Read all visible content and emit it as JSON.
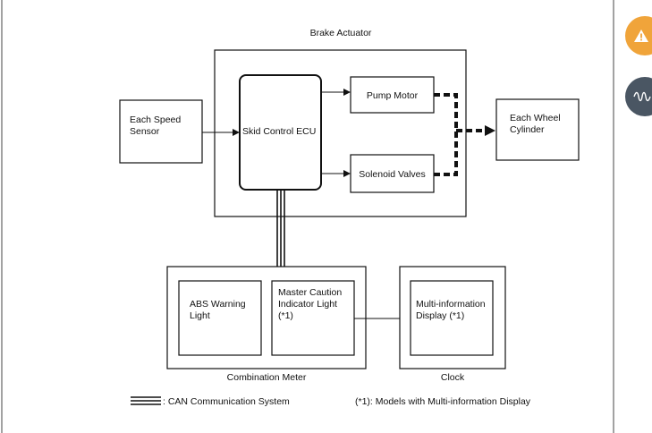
{
  "diagram": {
    "brake_actuator_label": "Brake Actuator",
    "skid_control_ecu_label": "Skid Control ECU",
    "pump_motor_label": "Pump Motor",
    "solenoid_valves_label": "Solenoid Valves",
    "speed_sensor_label": [
      "Each Speed",
      "Sensor"
    ],
    "wheel_cylinder_label": [
      "Each Wheel",
      "Cylinder"
    ],
    "abs_warning_light_label": [
      "ABS Warning",
      "Light"
    ],
    "master_caution_label": [
      "Master Caution",
      "Indicator Light",
      "(*1)"
    ],
    "combination_meter_label": "Combination Meter",
    "multi_info_display_label": [
      "Multi-information",
      "Display (*1)"
    ],
    "clock_label": "Clock"
  },
  "legend": {
    "can_label": ": CAN Communication System",
    "footnote": "(*1): Models with Multi-information Display"
  },
  "sidebar": {
    "warning_icon": "warning-triangle-icon",
    "waveform_icon": "waveform-icon",
    "warning_color": "#f0a43a",
    "waveform_color": "#4a5663"
  }
}
